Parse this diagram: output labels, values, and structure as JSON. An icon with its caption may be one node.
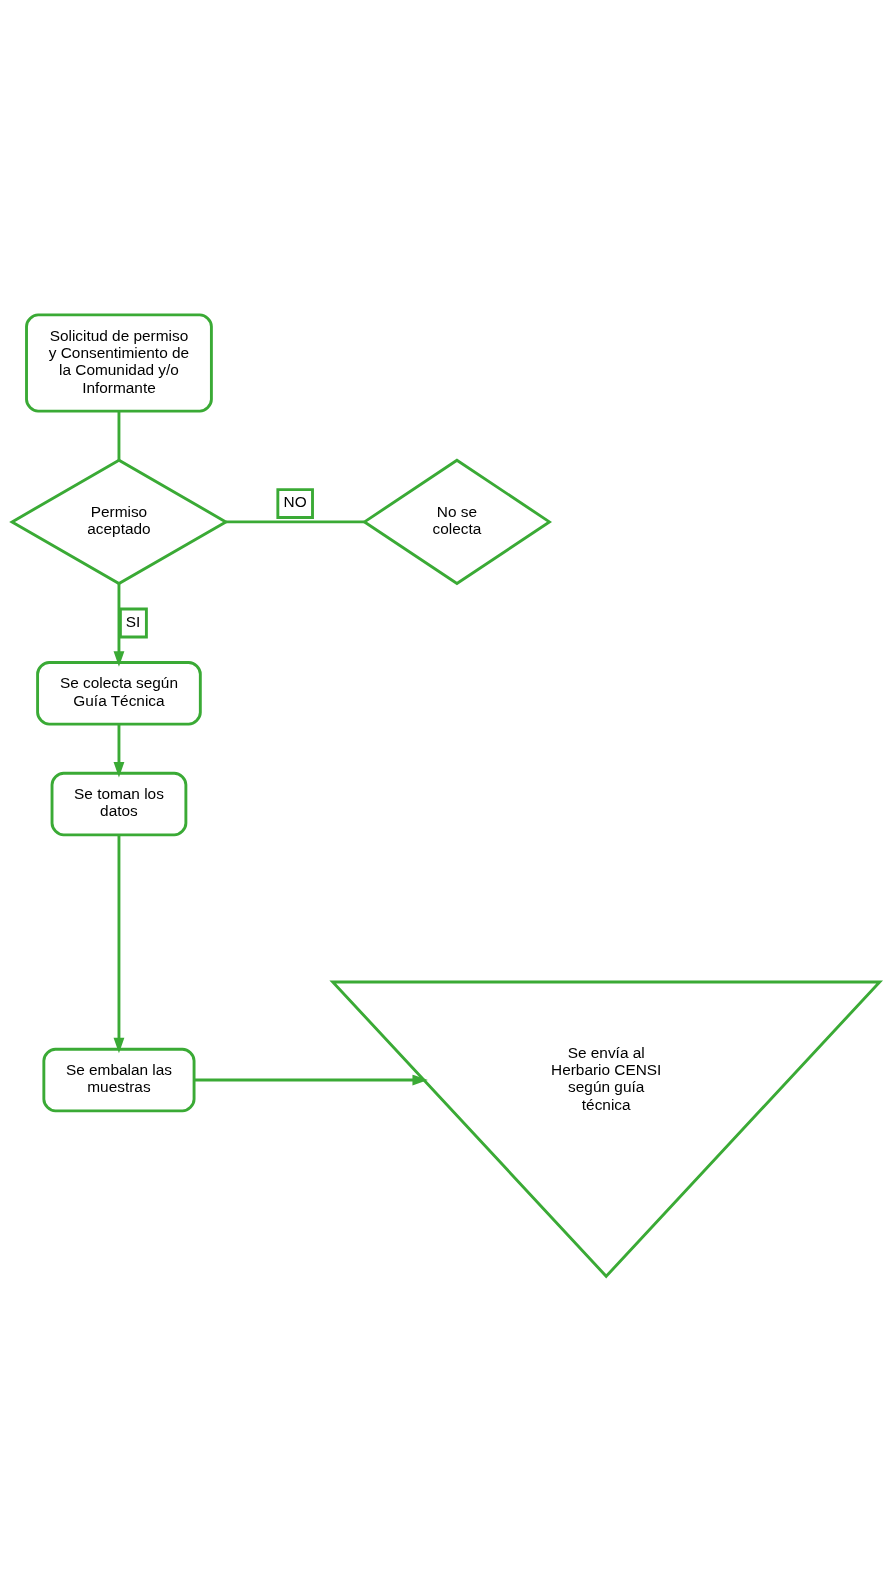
{
  "diagram": {
    "nodes": [
      {
        "text": [
          "Solicitud de permiso y Consentimiento de la Comunidad y/o Informante"
        ]
      },
      {
        "text": [
          "Permiso aceptado"
        ]
      },
      {
        "text": [
          "No se colecta"
        ]
      },
      {
        "text": [
          "Se colecta según Guía Técnica"
        ]
      },
      {
        "text": [
          "Se toman los datos"
        ]
      },
      {
        "text": [
          "Se embalan las muestras"
        ]
      },
      {
        "text": [
          "Se envía al Herbario CENSI según guía técnica"
        ]
      }
    ],
    "edges": [
      {
        "from": 0,
        "to": 1,
        "arrow": "none"
      },
      {
        "from": 1,
        "to": 2,
        "arrow": "none",
        "label": "NO"
      },
      {
        "from": 1,
        "to": 3,
        "arrow": "to",
        "label": "SI"
      },
      {
        "from": 3,
        "to": 4,
        "arrow": "to"
      },
      {
        "from": 4,
        "to": 5,
        "arrow": "to"
      },
      {
        "from": 5,
        "to": 6,
        "arrow": "to"
      }
    ]
  }
}
